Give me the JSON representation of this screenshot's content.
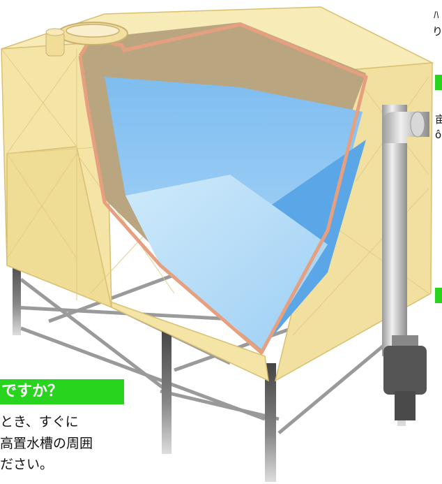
{
  "illustration": {
    "subject": "elevated water tank cutaway with support stand and vertical pipe",
    "colors": {
      "panel": "#f4e4a6",
      "panel_dark": "#e3cc84",
      "water_light": "#bfe2f8",
      "water_mid": "#8fc4ef",
      "water_deep": "#5aa6e6",
      "cut_edge": "#e6a080",
      "cavity": "#b9a680",
      "frame": "#8a8a8a",
      "pipe": "#cfcfcf",
      "valve": "#555555"
    }
  },
  "right_fragments": [
    {
      "id": "frag-1",
      "text": "ﾊ"
    },
    {
      "id": "frag-2",
      "text": "り"
    },
    {
      "id": "frag-3",
      "text": "亩"
    },
    {
      "id": "frag-4",
      "text": "ô"
    }
  ],
  "question": {
    "label": "ですか？"
  },
  "answer_lines": [
    "とき、すぐに",
    "高置水槽の周囲",
    "ださい。"
  ],
  "accent_color": "#29d41f"
}
